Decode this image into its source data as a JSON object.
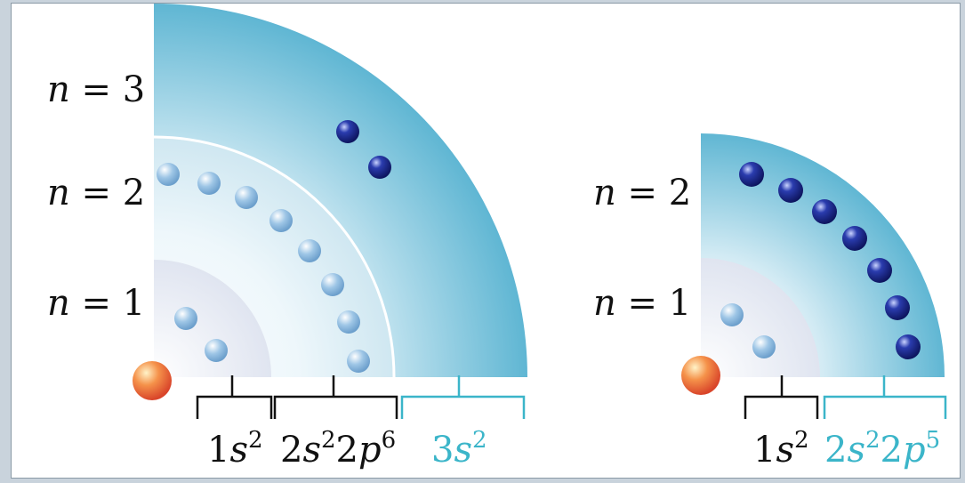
{
  "left_atom": {
    "shell_labels": [
      {
        "n": "n",
        "eq": "=",
        "value": "3"
      },
      {
        "n": "n",
        "eq": "=",
        "value": "2"
      },
      {
        "n": "n",
        "eq": "=",
        "value": "1"
      }
    ],
    "configuration": [
      {
        "base": "1",
        "sub_letter": "s",
        "sup": "2",
        "color": "#111111"
      },
      {
        "parts": [
          {
            "base": "2",
            "sub_letter": "s",
            "sup": "2"
          },
          {
            "base": "2",
            "sub_letter": "p",
            "sup": "6"
          }
        ],
        "color": "#111111"
      },
      {
        "base": "3",
        "sub_letter": "s",
        "sup": "2",
        "color": "#3bb5c9"
      }
    ]
  },
  "right_atom": {
    "shell_labels": [
      {
        "n": "n",
        "eq": "=",
        "value": "2"
      },
      {
        "n": "n",
        "eq": "=",
        "value": "1"
      }
    ],
    "configuration": [
      {
        "base": "1",
        "sub_letter": "s",
        "sup": "2",
        "color": "#111111"
      },
      {
        "parts": [
          {
            "base": "2",
            "sub_letter": "s",
            "sup": "2"
          },
          {
            "base": "2",
            "sub_letter": "p",
            "sup": "5"
          }
        ],
        "color": "#3bb5c9"
      }
    ]
  },
  "colors": {
    "shell_outer": "#5fb6d3",
    "inner_electron": "#9ec6e6",
    "valence_electron": "#1a2a8c",
    "nucleus": "#ef6b3a",
    "bracket_black": "#111111",
    "bracket_cyan": "#3bb5c9"
  }
}
